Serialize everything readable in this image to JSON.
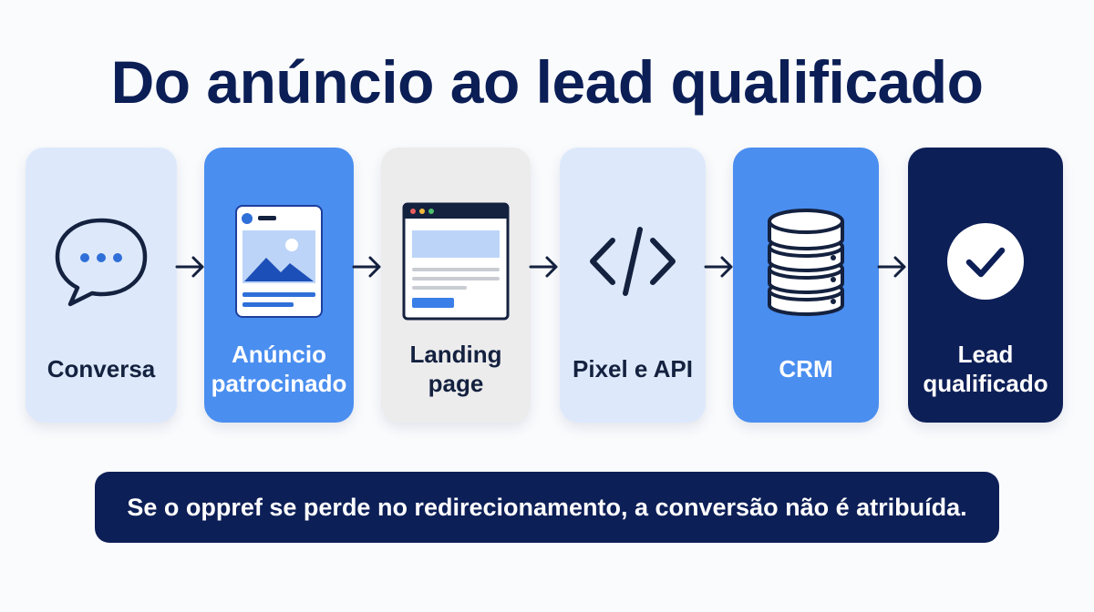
{
  "title": "Do anúncio ao lead qualificado",
  "steps": [
    {
      "label": "Conversa",
      "icon": "chat-bubble-icon"
    },
    {
      "label": "Anúncio patrocinado",
      "icon": "sponsored-ad-icon"
    },
    {
      "label": "Landing page",
      "icon": "browser-window-icon"
    },
    {
      "label": "Pixel e API",
      "icon": "code-icon"
    },
    {
      "label": "CRM",
      "icon": "database-icon"
    },
    {
      "label": "Lead qualificado",
      "icon": "check-circle-icon"
    }
  ],
  "banner": "Se o oppref se perde no redirecionamento, a conversão não é atribuída.",
  "colors": {
    "navy": "#0d1f57",
    "blue": "#4a8ef0",
    "light_blue": "#dde9fb",
    "light_gray": "#ececed"
  }
}
